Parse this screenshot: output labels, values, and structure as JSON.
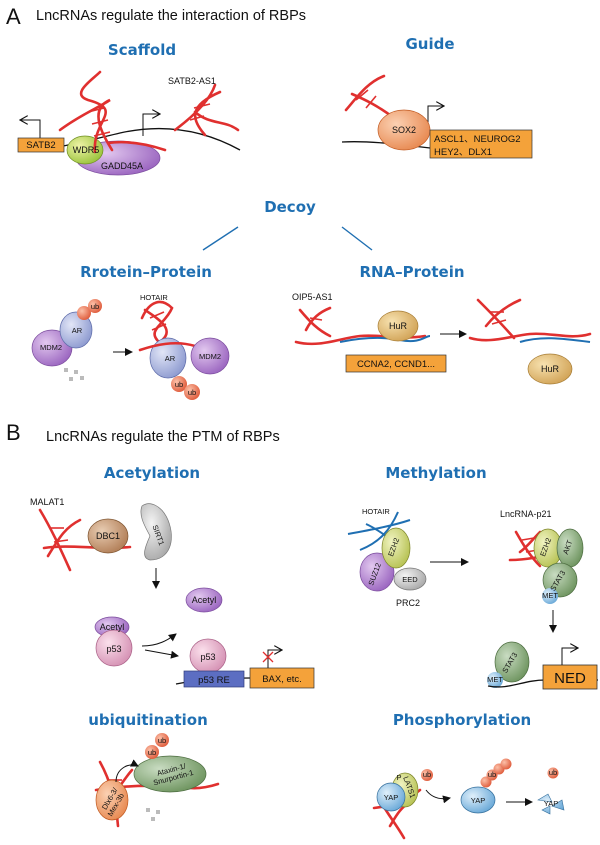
{
  "panel_a": {
    "letter": "A",
    "title": "LncRNAs regulate the interaction of RBPs",
    "scaffold": {
      "heading": "Scaffold",
      "rna_label": "SATB2-AS1",
      "proteins": [
        "SATB2",
        "WDR5",
        "GADD45A"
      ]
    },
    "guide": {
      "heading": "Guide",
      "protein": "SOX2",
      "gene_line1": "ASCL1、NEUROG2",
      "gene_line2": "HEY2、DLX1"
    },
    "decoy": {
      "heading": "Decoy"
    },
    "protein_protein": {
      "heading": "Rrotein–Protein",
      "rna_label": "HOTAIR",
      "proteins": [
        "MDM2",
        "AR"
      ],
      "ub": "ub"
    },
    "rna_protein": {
      "heading": "RNA–Protein",
      "rna_label": "OIP5-AS1",
      "protein": "HuR",
      "gene_box": "CCNA2, CCND1..."
    }
  },
  "panel_b": {
    "letter": "B",
    "title": "LncRNAs regulate the PTM of RBPs",
    "acetylation": {
      "heading": "Acetylation",
      "rna_label": "MALAT1",
      "proteins": [
        "DBC1",
        "SIRT1",
        "Acetyl",
        "p53"
      ],
      "element": "p53 RE",
      "gene_box": "BAX, etc."
    },
    "methylation": {
      "heading": "Methylation",
      "rna_label_1": "HOTAIR",
      "rna_label_2": "LncRNA-p21",
      "complex_label": "PRC2",
      "proteins": [
        "EZH2",
        "SUZ12",
        "EED",
        "AKT",
        "STAT3"
      ],
      "met": "MET",
      "gene_box": "NED"
    },
    "ubiquitination": {
      "heading": "ubiquitination",
      "protein_1_line1": "Dlx6-3/",
      "protein_1_line2": "Mex-3b",
      "protein_2_line1": "Ataxin-1/",
      "protein_2_line2": "Snurportin-1",
      "ub": "ub"
    },
    "phosphorylation": {
      "heading": "Phosphorylation",
      "proteins": [
        "YAP",
        "LATS1"
      ],
      "p": "P",
      "ub": "ub"
    }
  }
}
